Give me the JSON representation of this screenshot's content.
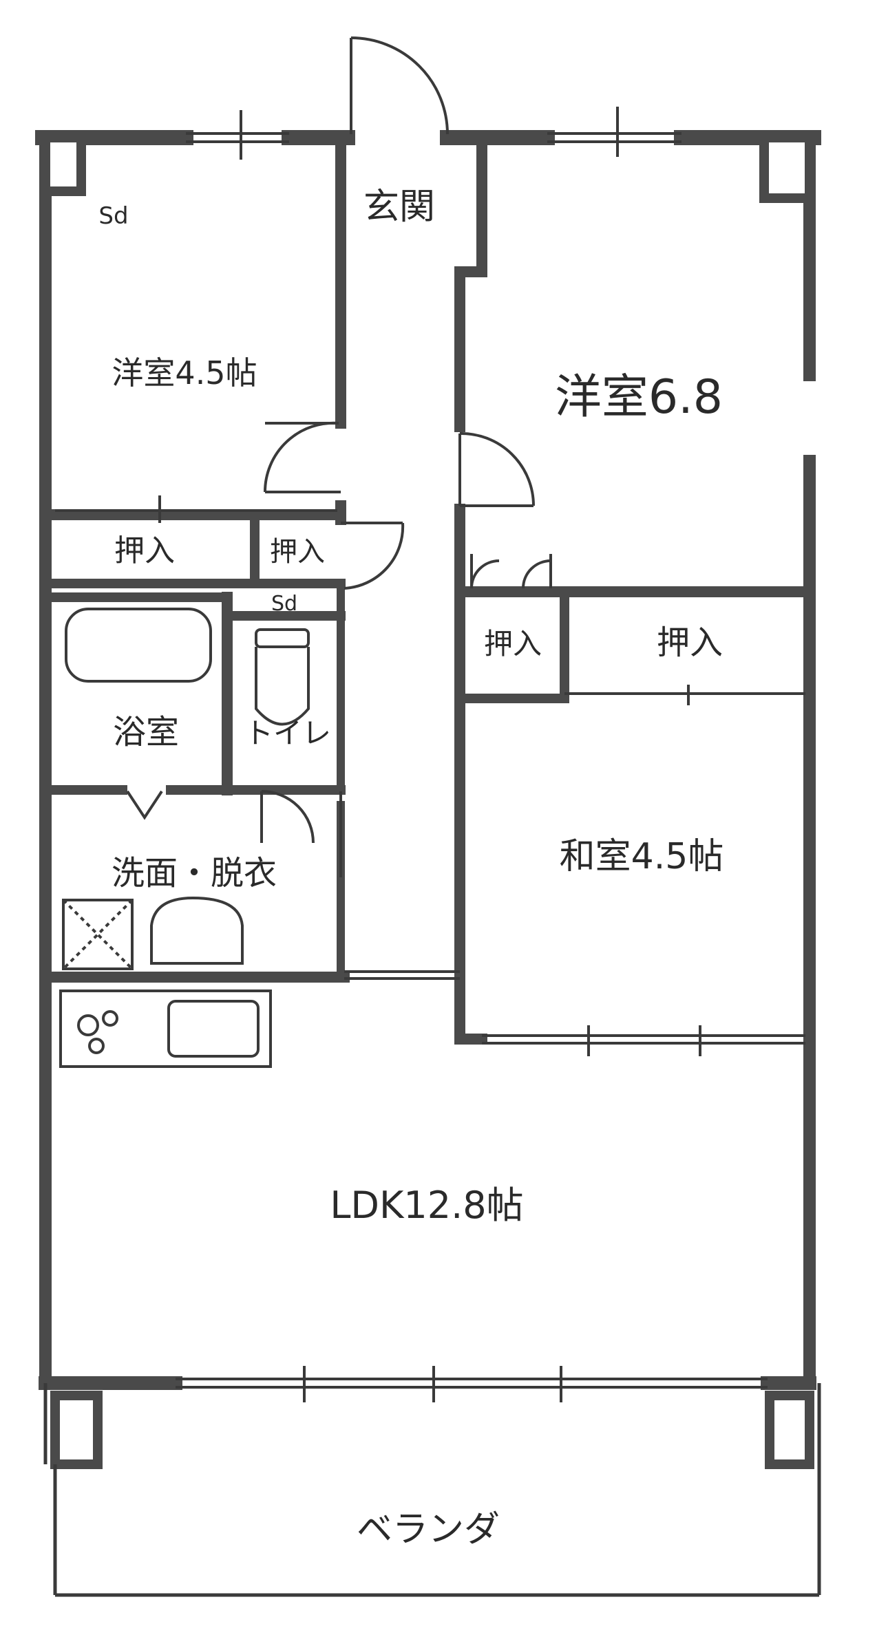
{
  "rooms": {
    "western_small": "洋室4.5帖",
    "western_large": "洋室6.8",
    "entrance": "玄関",
    "closet_a": "押入",
    "closet_b": "押入",
    "closet_c": "押入",
    "closet_d": "押入",
    "bath": "浴室",
    "toilet": "トイレ",
    "washroom": "洗面・脱衣",
    "japanese": "和室4.5帖",
    "ldk": "LDK12.8帖",
    "veranda": "ベランダ"
  },
  "marks": {
    "sd_top": "Sd",
    "sd_mid": "Sd"
  },
  "colors": {
    "wall": "#4a4a4a",
    "line": "#3a3a3a",
    "background": "#ffffff"
  }
}
